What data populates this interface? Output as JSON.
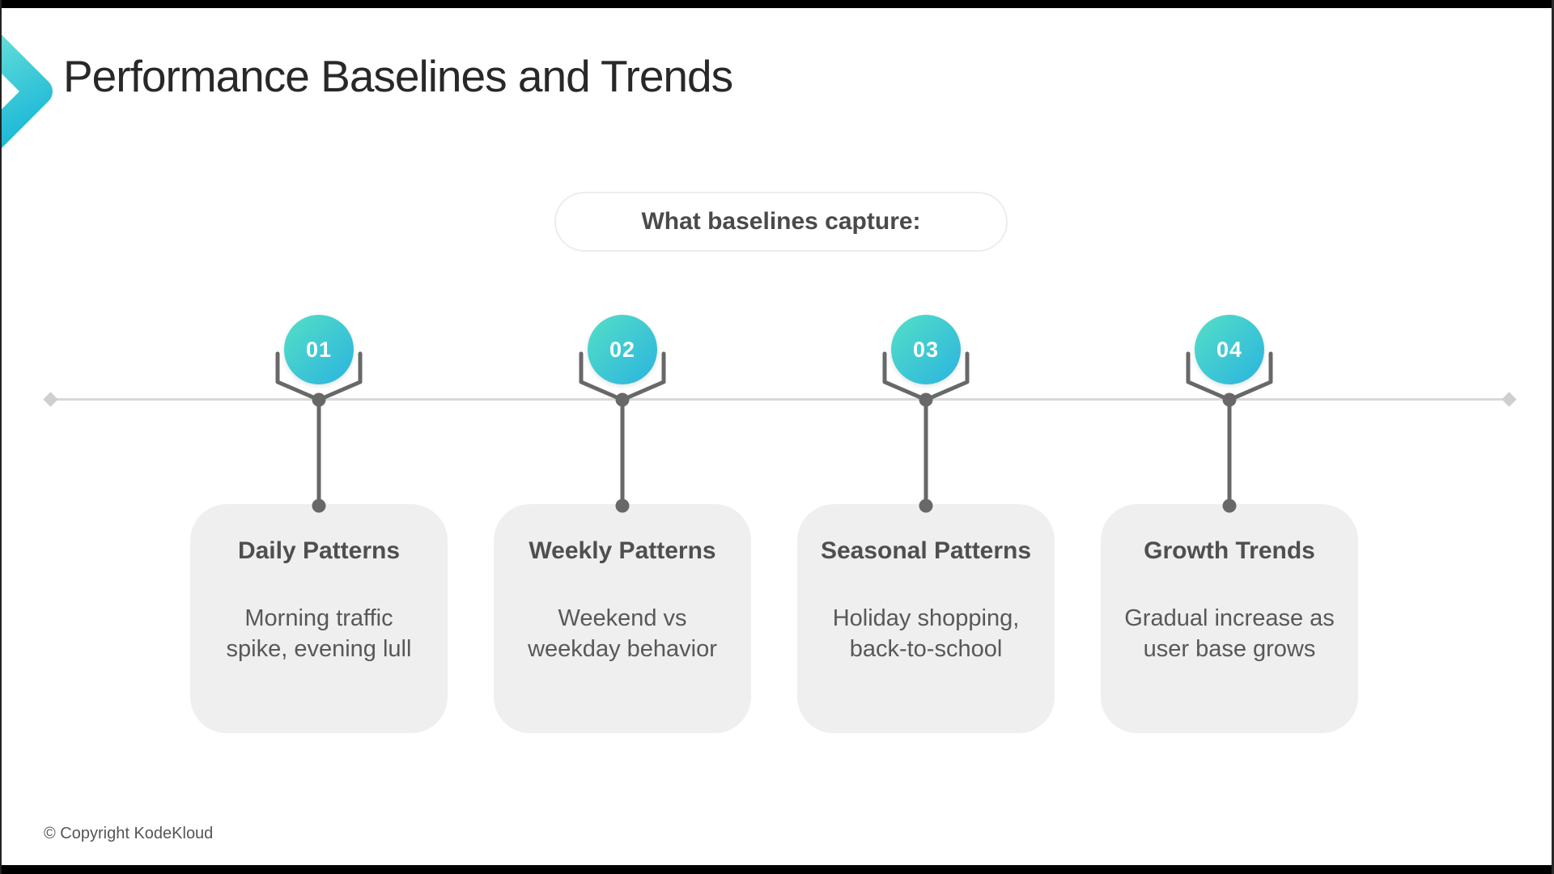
{
  "slide": {
    "title": "Performance Baselines and Trends",
    "badge_label": "What baselines capture:",
    "footer": "© Copyright KodeKloud"
  },
  "icons": {
    "logo": "kodekloud-chevron-logo",
    "connector": "bracket-fork-connector",
    "axis_ends": "diamond-endpoint"
  },
  "timeline": {
    "items": [
      {
        "number": "01",
        "title": "Daily Patterns",
        "desc1": "Morning traffic",
        "desc2": "spike, evening lull"
      },
      {
        "number": "02",
        "title": "Weekly Patterns",
        "desc1": "Weekend vs",
        "desc2": "weekday behavior"
      },
      {
        "number": "03",
        "title": "Seasonal Patterns",
        "desc1": "Holiday shopping,",
        "desc2": "back-to-school"
      },
      {
        "number": "04",
        "title": "Growth Trends",
        "desc1": "Gradual increase as",
        "desc2": "user base grows"
      }
    ]
  },
  "colors": {
    "accent_gradient_start": "#55dfc5",
    "accent_gradient_end": "#2ab4e0",
    "logo_gradient_start": "#8af0da",
    "logo_gradient_end": "#12b3d7",
    "axis_line": "#d9d9d9",
    "connector": "#686868",
    "card_background": "#efefef",
    "card_title_text": "#4f4f4f",
    "card_body_text": "#585858",
    "title_text": "#282828",
    "letterbox": "#000000"
  }
}
